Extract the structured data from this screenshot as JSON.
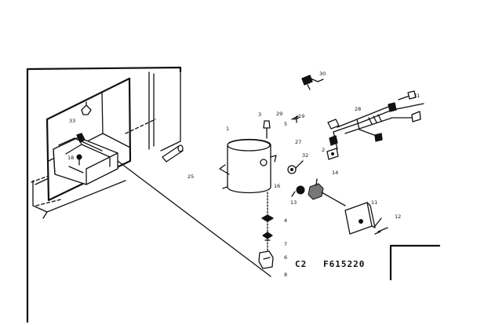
{
  "diagram": {
    "part_numbers": [
      "1",
      "2",
      "3",
      "4",
      "5",
      "6",
      "7",
      "8",
      "11",
      "12",
      "13",
      "14",
      "16",
      "18",
      "19",
      "25",
      "27",
      "28",
      "29",
      "30",
      "31",
      "32",
      "33"
    ],
    "section_code": "C2",
    "drawing_code": "F615220"
  }
}
